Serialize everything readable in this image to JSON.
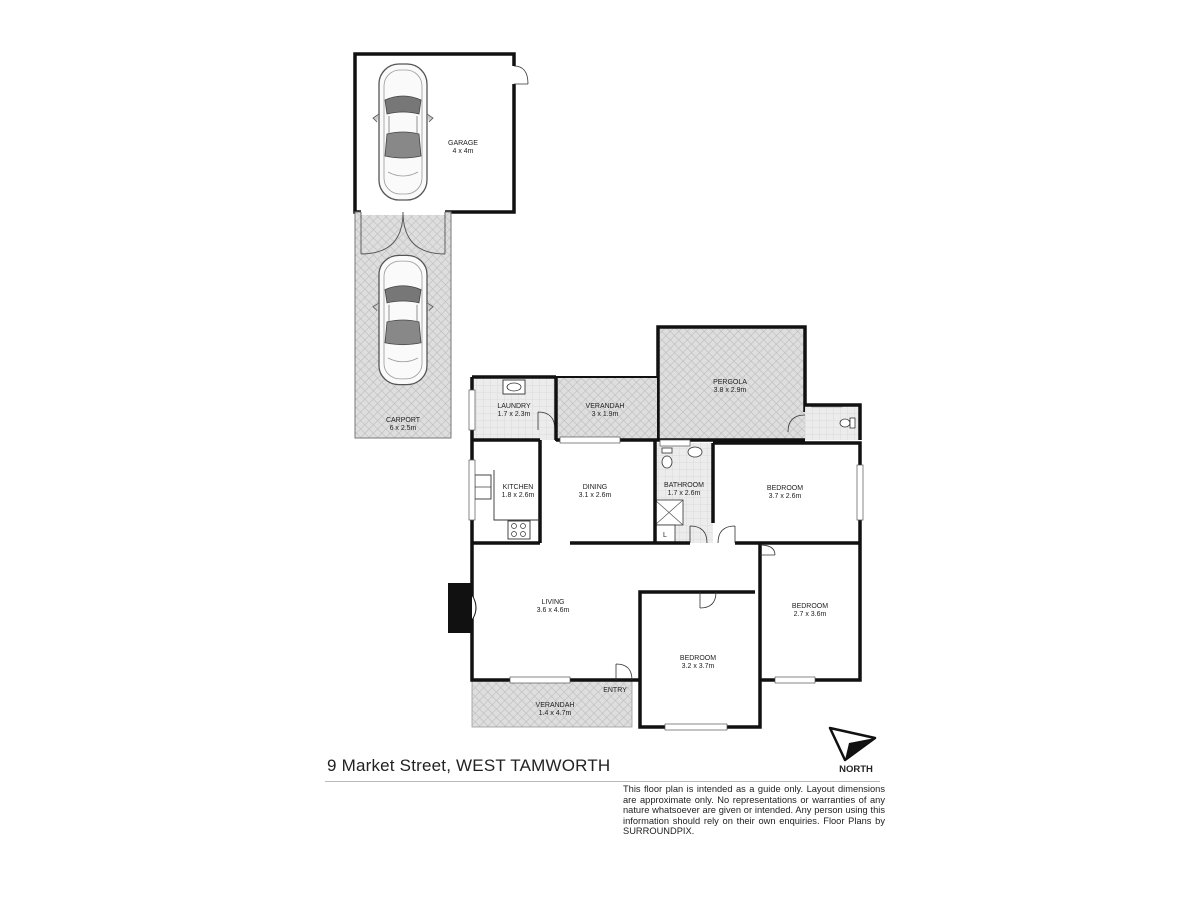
{
  "address": "9 Market Street, WEST TAMWORTH",
  "north_label": "NORTH",
  "disclaimer": "This floor plan is intended as a guide only. Layout dimensions are approximate only. No representations or warranties of any nature whatsoever are given or intended. Any person using this information should rely on their own enquiries. Floor Plans by  SURROUNDPIX.",
  "rooms": {
    "garage": {
      "name": "GARAGE",
      "size": "4 x 4m"
    },
    "carport": {
      "name": "CARPORT",
      "size": "6 x 2.5m"
    },
    "laundry": {
      "name": "LAUNDRY",
      "size": "1.7 x 2.3m"
    },
    "verandah_rear": {
      "name": "VERANDAH",
      "size": "3 x 1.9m"
    },
    "pergola": {
      "name": "PERGOLA",
      "size": "3.8 x 2.9m"
    },
    "kitchen": {
      "name": "KITCHEN",
      "size": "1.8 x 2.6m"
    },
    "dining": {
      "name": "DINING",
      "size": "3.1 x 2.6m"
    },
    "bathroom": {
      "name": "BATHROOM",
      "size": "1.7 x 2.6m"
    },
    "bedroom_1": {
      "name": "BEDROOM",
      "size": "3.7 x 2.6m"
    },
    "bedroom_2": {
      "name": "BEDROOM",
      "size": "2.7 x 3.6m"
    },
    "bedroom_3": {
      "name": "BEDROOM",
      "size": "3.2 x 3.7m"
    },
    "living": {
      "name": "LIVING",
      "size": "3.6 x 4.6m"
    },
    "verandah_front": {
      "name": "VERANDAH",
      "size": "1.4 x 4.7m"
    },
    "entry": {
      "name": "ENTRY"
    },
    "linen": {
      "name": "L"
    }
  }
}
